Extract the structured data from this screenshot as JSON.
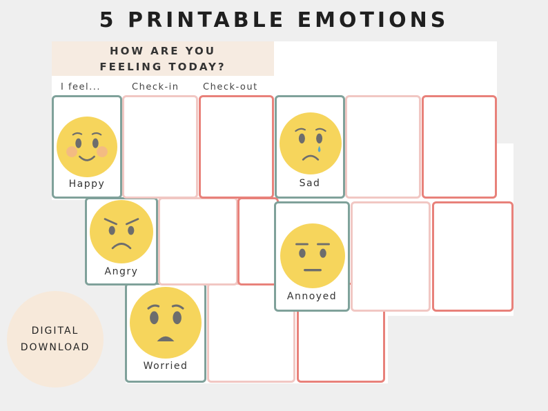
{
  "title": "5 PRINTABLE EMOTIONS",
  "header": {
    "line1": "HOW ARE YOU",
    "line2": "FEELING TODAY?"
  },
  "columns": {
    "feel": "I feel...",
    "checkin": "Check-in",
    "checkout": "Check-out"
  },
  "emotions": {
    "happy": "Happy",
    "sad": "Sad",
    "angry": "Angry",
    "annoyed": "Annoyed",
    "worried": "Worried"
  },
  "badge": {
    "line1": "DIGITAL",
    "line2": "DOWNLOAD"
  },
  "colors": {
    "teal_border": "#7fa19a",
    "pink_border": "#f1c7c3",
    "coral_border": "#e8817a",
    "emoji_yellow": "#f6d55c",
    "header_bg": "#f6ebe1",
    "badge_bg": "#f7e9da"
  }
}
